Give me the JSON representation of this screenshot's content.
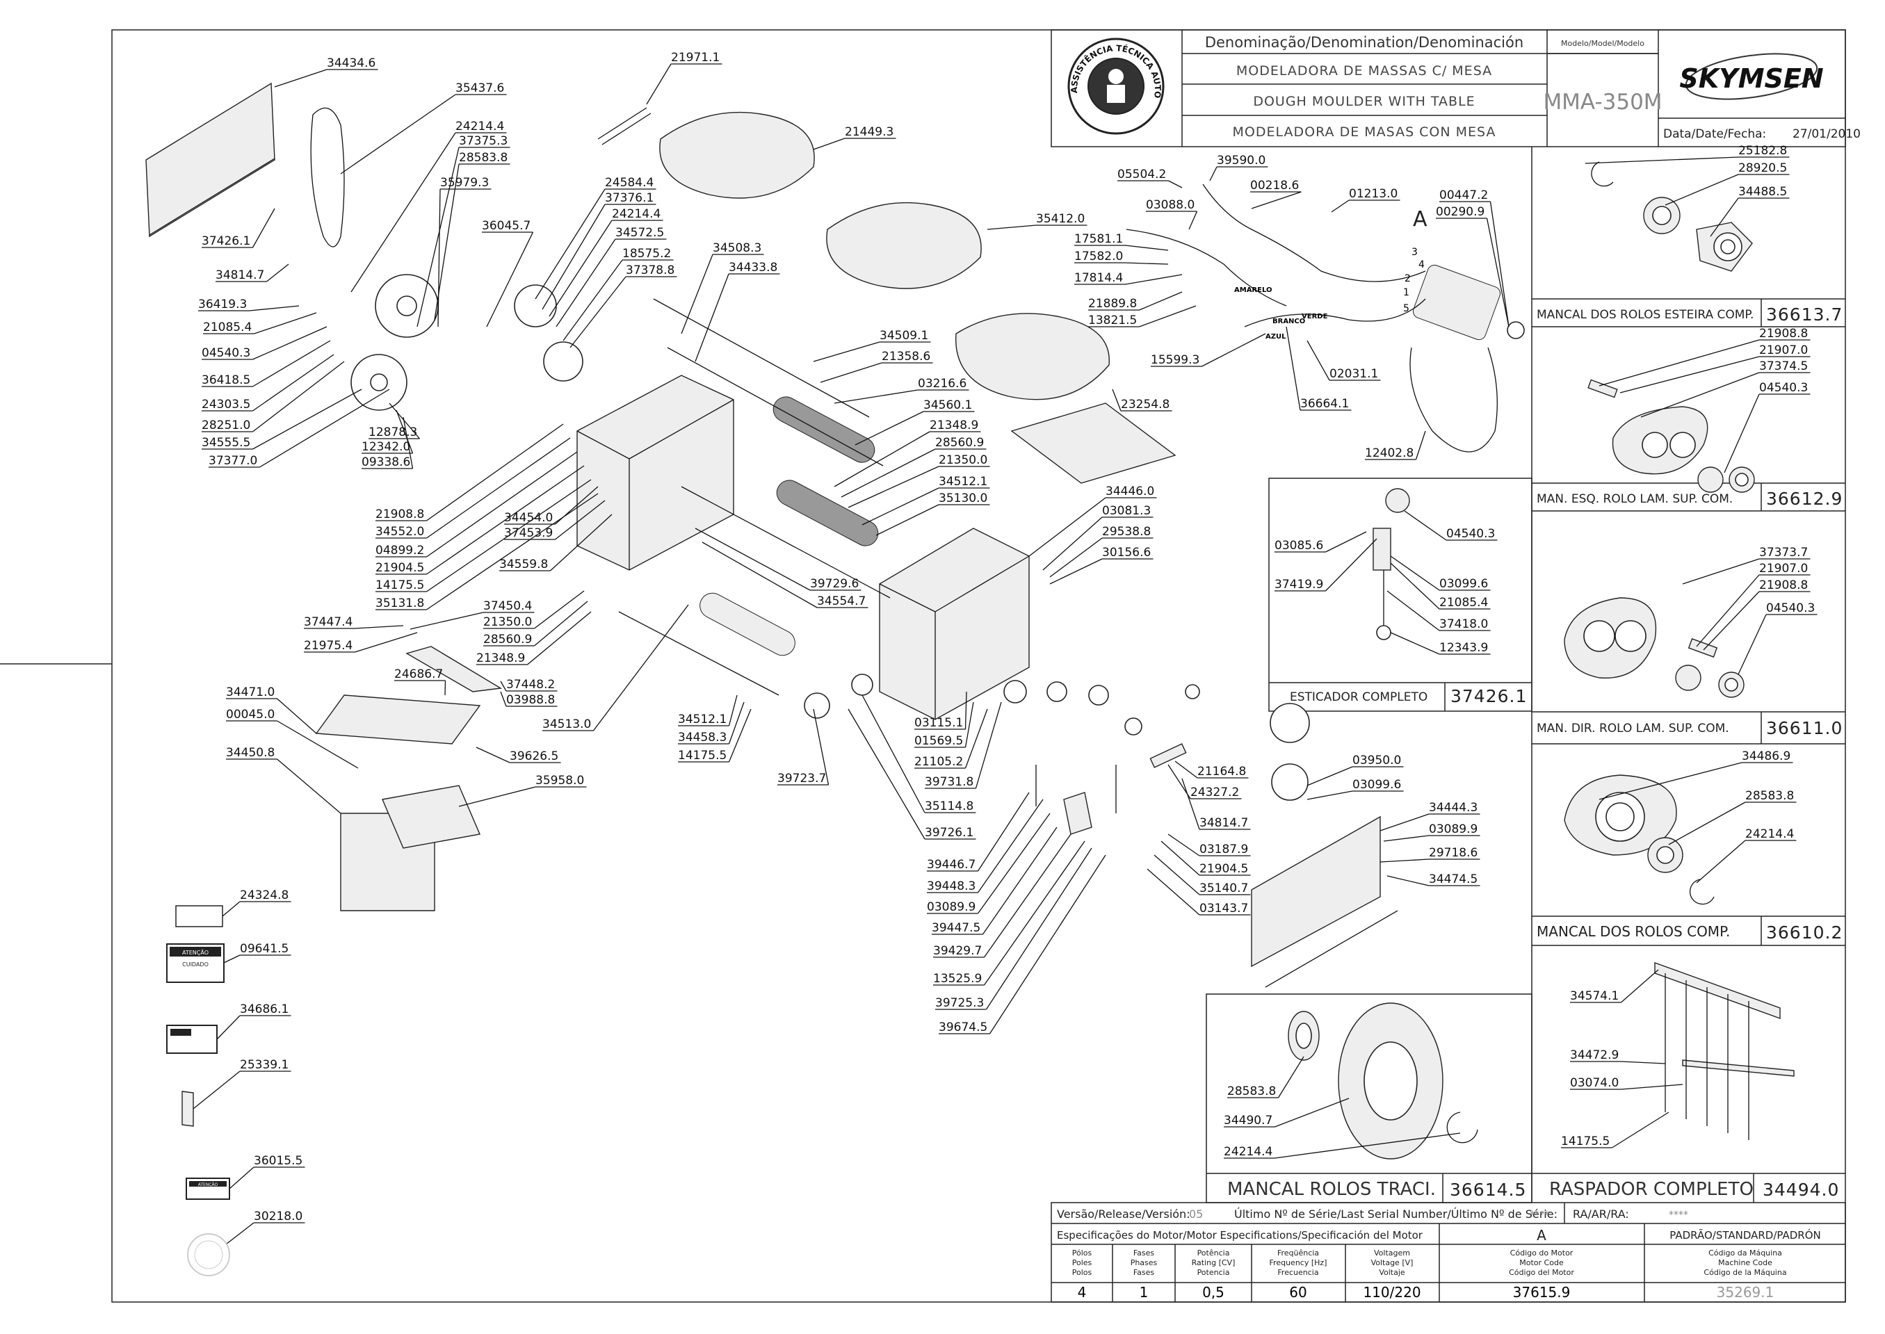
{
  "title_block": {
    "denomination_header": "Denominação/Denomination/Denominación",
    "model_header": "Modelo/Model/Modelo",
    "name_pt": "MODELADORA DE MASSAS C/ MESA",
    "name_en": "DOUGH MOULDER WITH TABLE",
    "name_es": "MODELADORA DE MASAS CON MESA",
    "model": "MMA-350M",
    "brand": "SKYMSEN",
    "date_label": "Data/Date/Fecha:",
    "date_value": "27/01/2010",
    "seal_text": "ASSISTÊNCIA TÉCNICA AUTORIZADA"
  },
  "part_labels": [
    "34434.6",
    "35437.6",
    "21971.1",
    "21449.3",
    "24214.4",
    "37375.3",
    "28583.8",
    "35979.3",
    "37426.1",
    "34814.7",
    "36419.3",
    "21085.4",
    "04540.3",
    "36418.5",
    "24303.5",
    "28251.0",
    "34555.5",
    "37377.0",
    "36045.7",
    "24584.4",
    "37376.1",
    "24214.4",
    "34572.5",
    "18575.2",
    "37378.8",
    "34508.3",
    "34433.8",
    "35412.0",
    "05504.2",
    "39590.0",
    "00218.6",
    "03088.0",
    "01213.0",
    "00447.2",
    "00290.9",
    "17581.1",
    "17582.0",
    "17814.4",
    "21889.8",
    "13821.5",
    "15599.3",
    "36664.1",
    "02031.1",
    "12402.8",
    "23254.8",
    "34509.1",
    "21358.6",
    "03216.6",
    "34560.1",
    "12878.3",
    "12342.0",
    "09338.6",
    "21348.9",
    "28560.9",
    "21350.0",
    "34512.1",
    "35130.0",
    "34446.0",
    "03081.3",
    "29538.8",
    "30156.6",
    "21908.8",
    "34552.0",
    "04899.2",
    "21904.5",
    "14175.5",
    "35131.8",
    "34454.0",
    "37453.9",
    "34559.8",
    "39729.6",
    "34554.7",
    "37447.4",
    "21975.4",
    "37450.4",
    "21350.0",
    "28560.9",
    "21348.9",
    "24686.7",
    "37448.2",
    "03988.8",
    "34471.0",
    "00045.0",
    "34513.0",
    "34512.1",
    "34458.3",
    "14175.5",
    "39723.7",
    "34450.8",
    "39626.5",
    "35958.0",
    "03115.1",
    "01569.5",
    "21105.2",
    "39731.8",
    "35114.8",
    "39726.1",
    "21164.8",
    "24327.2",
    "34814.7",
    "03950.0",
    "03099.6",
    "34444.3",
    "03089.9",
    "29718.6",
    "34474.5",
    "03187.9",
    "21904.5",
    "35140.7",
    "03143.7",
    "39446.7",
    "39448.3",
    "03089.9",
    "39447.5",
    "39429.7",
    "13525.9",
    "39725.3",
    "39674.5",
    "24324.8",
    "09641.5",
    "34686.1",
    "25339.1",
    "36015.5",
    "30218.0"
  ],
  "wire_labels": [
    "AMARELO",
    "BRANCO",
    "VERDE",
    "AZUL"
  ],
  "motor_letter": "A",
  "motor_terminals": [
    "3",
    "4",
    "2",
    "1",
    "5"
  ],
  "detail_panels": [
    {
      "title": "MANCAL DOS ROLOS ESTEIRA COMP.",
      "code": "36613.7",
      "parts": [
        "25182.8",
        "28920.5",
        "34488.5"
      ]
    },
    {
      "title": "MAN. ESQ. ROLO LAM. SUP. COM.",
      "code": "36612.9",
      "parts": [
        "21908.8",
        "21907.0",
        "37374.5",
        "04540.3"
      ]
    },
    {
      "title": "MAN. DIR. ROLO LAM. SUP. COM.",
      "code": "36611.0",
      "parts": [
        "37373.7",
        "21907.0",
        "21908.8",
        "04540.3"
      ]
    },
    {
      "title": "MANCAL DOS ROLOS COMP.",
      "code": "36610.2",
      "parts": [
        "34486.9",
        "28583.8",
        "24214.4"
      ]
    },
    {
      "title": "RASPADOR COMPLETO",
      "code": "34494.0",
      "parts": [
        "34574.1",
        "34472.9",
        "03074.0",
        "14175.5"
      ]
    },
    {
      "title": "MANCAL ROLOS TRACI.",
      "code": "36614.5",
      "parts": [
        "28583.8",
        "34490.7",
        "24214.4"
      ]
    },
    {
      "title": "ESTICADOR COMPLETO",
      "code": "37426.1",
      "parts": [
        "04540.3",
        "03085.6",
        "37419.9",
        "03099.6",
        "21085.4",
        "37418.0",
        "12343.9"
      ]
    }
  ],
  "release": {
    "label": "Versão/Release/Versión:",
    "value": "05",
    "serial_label": "Último Nº de Série/Last Serial Number/Último Nº de Série:",
    "serial_value": "****",
    "ra_label": "RA/AR/RA:",
    "ra_value": "****"
  },
  "motor_spec": {
    "header": "Especificações do Motor/Motor Especifications/Specificación del Motor",
    "letter": "A",
    "standard_header": "PADRÃO/STANDARD/PADRÓN",
    "col_poles": [
      "Pólos",
      "Poles",
      "Polos"
    ],
    "col_phases": [
      "Fases",
      "Phases",
      "Fases"
    ],
    "col_power": [
      "Potência",
      "Rating [CV]",
      "Potencia"
    ],
    "col_freq": [
      "Freqüência",
      "Frequency [Hz]",
      "Frecuencia"
    ],
    "col_voltage": [
      "Voltagem",
      "Voltage [V]",
      "Voltaje"
    ],
    "col_motor_code": [
      "Código do Motor",
      "Motor Code",
      "Código del Motor"
    ],
    "col_machine_code": [
      "Código da Máquina",
      "Machine Code",
      "Código de la Máquina"
    ],
    "poles": "4",
    "phases": "1",
    "power": "0,5",
    "frequency": "60",
    "voltage": "110/220",
    "motor_code": "37615.9",
    "machine_code": "35269.1"
  },
  "warning_texts": [
    "ATENÇÃO",
    "CUIDADO",
    "ATENÇÃO"
  ]
}
